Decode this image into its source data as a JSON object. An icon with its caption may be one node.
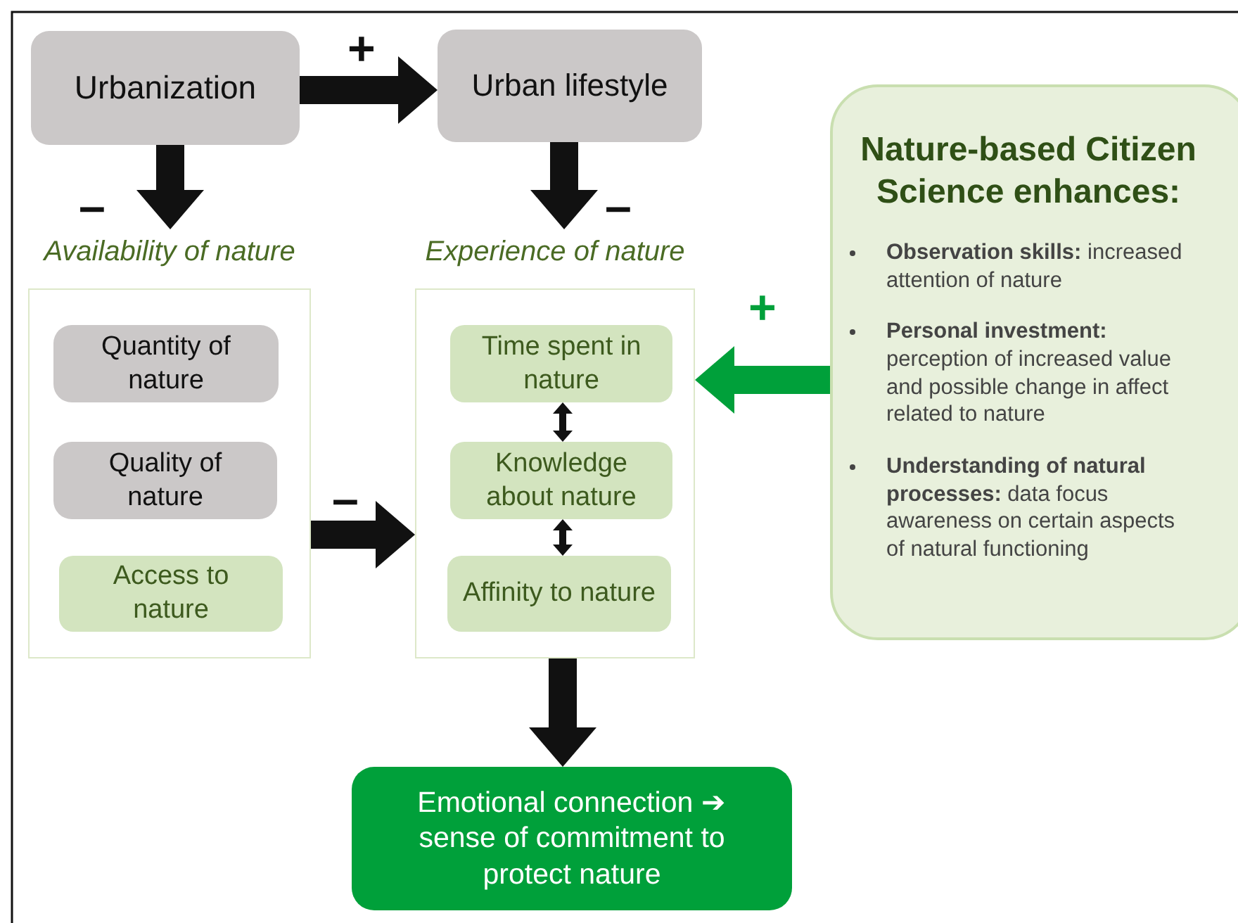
{
  "diagram": {
    "nodes": [
      {
        "text": [
          "Urbanization"
        ]
      },
      {
        "text": [
          "Urban lifestyle"
        ]
      },
      {
        "text": [
          "Availability of nature"
        ]
      },
      {
        "text": [
          "Quantity of nature"
        ],
        "in": 2
      },
      {
        "text": [
          "Quality of nature"
        ],
        "in": 2
      },
      {
        "text": [
          "Access to nature"
        ],
        "in": 2
      },
      {
        "text": [
          "Experience of nature"
        ]
      },
      {
        "text": [
          "Time spent in nature"
        ],
        "in": 6
      },
      {
        "text": [
          "Knowledge about nature"
        ],
        "in": 6
      },
      {
        "text": [
          "Affinity to nature"
        ],
        "in": 6
      },
      {
        "text": [
          "Emotional connection ➔ sense of commitment to protect nature"
        ]
      },
      {
        "text": [
          "Nature-based Citizen Science enhances:",
          "**Observation skills:** increased attention of nature",
          "**Personal investment:** perception of increased value and possible change in affect related to nature",
          "**Understanding of natural processes:** data focus awareness on certain aspects of natural functioning"
        ]
      }
    ],
    "edges": [
      {
        "from": 0,
        "to": 1,
        "arrow": "to",
        "label": "+"
      },
      {
        "from": 0,
        "to": 2,
        "arrow": "to",
        "label": "–"
      },
      {
        "from": 1,
        "to": 6,
        "arrow": "to",
        "label": "–"
      },
      {
        "from": 2,
        "to": 6,
        "arrow": "to",
        "label": "–"
      },
      {
        "from": 11,
        "to": 6,
        "arrow": "to",
        "label": "+",
        "color": "#00a03a"
      },
      {
        "from": 6,
        "to": 10,
        "arrow": "to"
      },
      {
        "from": 7,
        "to": 8,
        "arrow": "both"
      },
      {
        "from": 8,
        "to": 9,
        "arrow": "both"
      }
    ]
  }
}
